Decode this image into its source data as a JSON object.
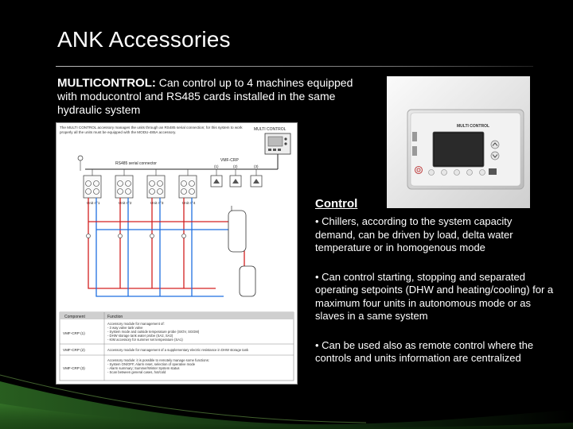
{
  "slide": {
    "title": "ANK Accessories",
    "intro_bold": "MULTICONTROL:",
    "intro_text": " Can control up to 4 machines equipped with moducontrol and RS485 cards installed in the same hydraulic system",
    "control_heading": "Control",
    "bullets": [
      "• Chillers, according to the system capacity demand, can be driven by load, delta  water temperature or in homogenous mode",
      "• Can control starting, stopping and separated operating setpoints (DHW and heating/cooling) for a maximum four units in autonomous mode or as slaves in a same system",
      "• Can be used also as remote control where the controls and units information are centralized"
    ]
  },
  "schematic": {
    "top_note": "The MULTI CONTROL accessory manages the units through an RS485 serial connection; for this system to work properly all the units must be equipped with the MODU-485A accessory.",
    "device_label": "MULTI CONTROL",
    "bus_label": "RS485 serial connector",
    "module_label": "VMF-CRP",
    "module_nums": [
      "(1)",
      "(2)",
      "(3)"
    ],
    "unit_labels": [
      "Unit n°1",
      "Unit n°2",
      "Unit n°3",
      "Unit n°4"
    ],
    "legend_header": [
      "Component",
      "Function"
    ],
    "legend_rows": [
      {
        "component": "VMF-CRP (1)",
        "lines": [
          "Accessory module for management of:",
          "- 3 way valve tank valve",
          "- System mode and outside temperature probe (SIOV, SGGM)",
          "- DHW storage tank water probe (SA2, SA3)",
          "- KIM accessory for summer set temperature (SA1)"
        ]
      },
      {
        "component": "VMF-CRP (2)",
        "lines": [
          "Accessory module for management of a supplementary electric resistance in DHW storage tank"
        ]
      },
      {
        "component": "VMF-CRP (3)",
        "lines": [
          "Accessory module: it is possible to remotely manage some functions:",
          "- System ON/OFF, Alarm reset, selection of operative mode",
          "- Alarm summary; Summer/Winter System status",
          "- Scan between general cases, hot/cold"
        ]
      }
    ]
  },
  "device": {
    "brand_label": "MULTI CONTROL"
  },
  "colors": {
    "background": "#000000",
    "accent_green": "#3a7d2c",
    "pipe_red": "#d32020",
    "pipe_blue": "#1f6fe0"
  }
}
